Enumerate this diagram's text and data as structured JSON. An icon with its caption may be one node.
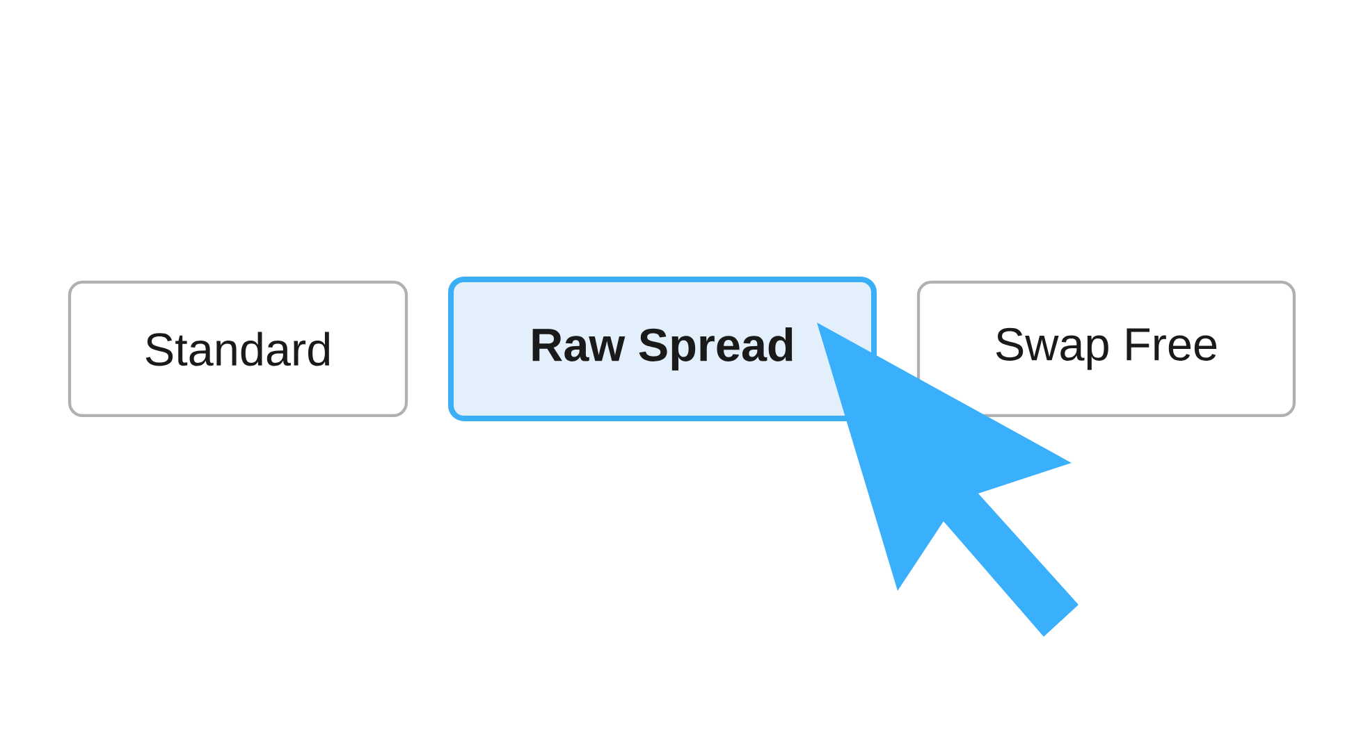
{
  "diagram": {
    "nodes": [
      {
        "text": [
          "Standard"
        ]
      },
      {
        "text": [
          "Raw Spread"
        ]
      },
      {
        "text": [
          "Swap Free"
        ]
      }
    ]
  }
}
